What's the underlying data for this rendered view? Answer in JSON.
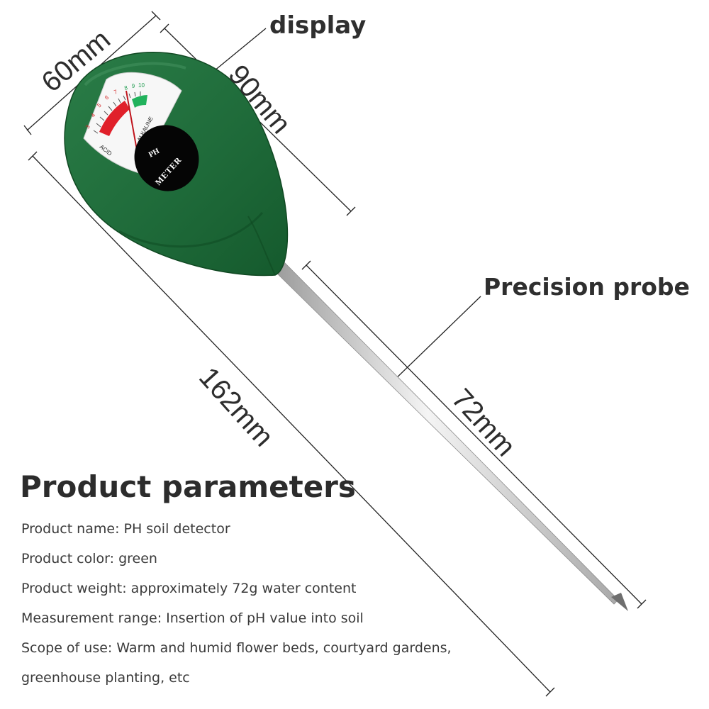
{
  "callouts": {
    "display": "display",
    "probe": "Precision probe"
  },
  "dimensions": {
    "width": "60mm",
    "body_height": "90mm",
    "total_length": "162mm",
    "probe_length": "72mm"
  },
  "meter": {
    "scale_numbers": [
      "3",
      "4",
      "5",
      "6",
      "7",
      "8",
      "9",
      "10"
    ],
    "acid_label": "ACID",
    "alkaline_label": "ALKALINE",
    "badge_top": "PH",
    "badge_bottom": "METER",
    "colors": {
      "body": "#1f6b3a",
      "acid_band": "#e0202a",
      "alkaline_band": "#21b25c",
      "badge": "#050505"
    }
  },
  "parameters": {
    "title": "Product parameters",
    "lines": [
      "Product name: PH soil detector",
      "Product color: green",
      "Product weight: approximately 72g water content",
      "Measurement range: Insertion of pH value into soil",
      "Scope of use: Warm and humid flower beds, courtyard gardens,",
      "greenhouse planting, etc"
    ]
  }
}
